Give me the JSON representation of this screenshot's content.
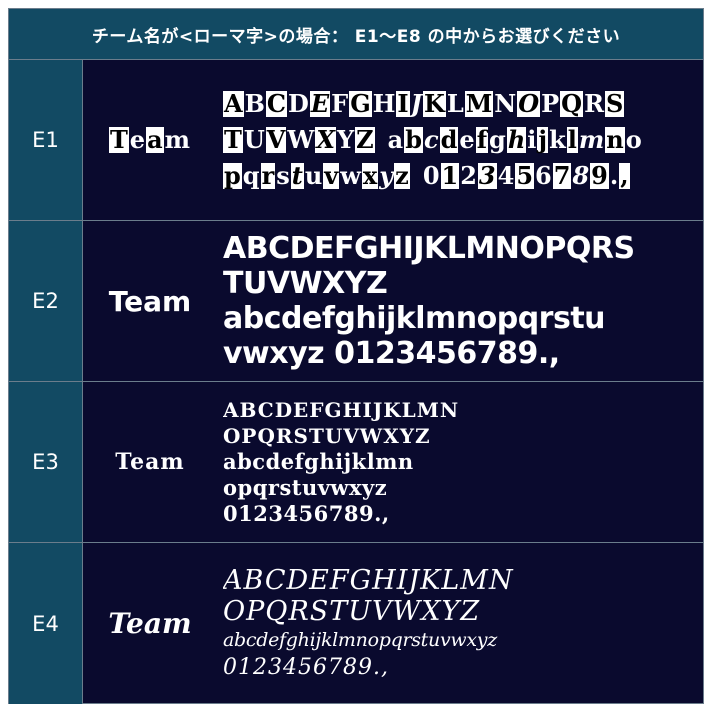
{
  "header": {
    "title": "チーム名が<ローマ字>の場合： E1〜E8 の中からお選びください"
  },
  "rows": [
    {
      "code": "E1",
      "team": "Team",
      "lines": [
        "ABCDEFGHIJKLMNOPQRS",
        "TUVWXYZ abcdefghijklmno",
        "pqrstuvwxyz 0123456789.,"
      ]
    },
    {
      "code": "E2",
      "team": "Team",
      "lines": [
        "ABCDEFGHIJKLMNOPQRS",
        "TUVWXYZ",
        "abcdefghijklmnopqrstu",
        "vwxyz 0123456789.,"
      ]
    },
    {
      "code": "E3",
      "team": "Team",
      "lines": [
        "ABCDEFGHIJKLMN",
        "OPQRSTUVWXYZ",
        "abcdefghijklmn",
        "opqrstuvwxyz",
        "0123456789.,"
      ]
    },
    {
      "code": "E4",
      "team": "Team",
      "lines": [
        "ABCDEFGHIJKLMN",
        "OPQRSTUVWXYZ",
        "abcdefghijklmnopqrstuvwxyz",
        "0123456789.,"
      ]
    }
  ],
  "colors": {
    "header_bg": "#124a63",
    "code_bg": "#124a63",
    "body_bg": "#0a0a2e",
    "text": "#ffffff",
    "border": "#6b7d8c"
  }
}
